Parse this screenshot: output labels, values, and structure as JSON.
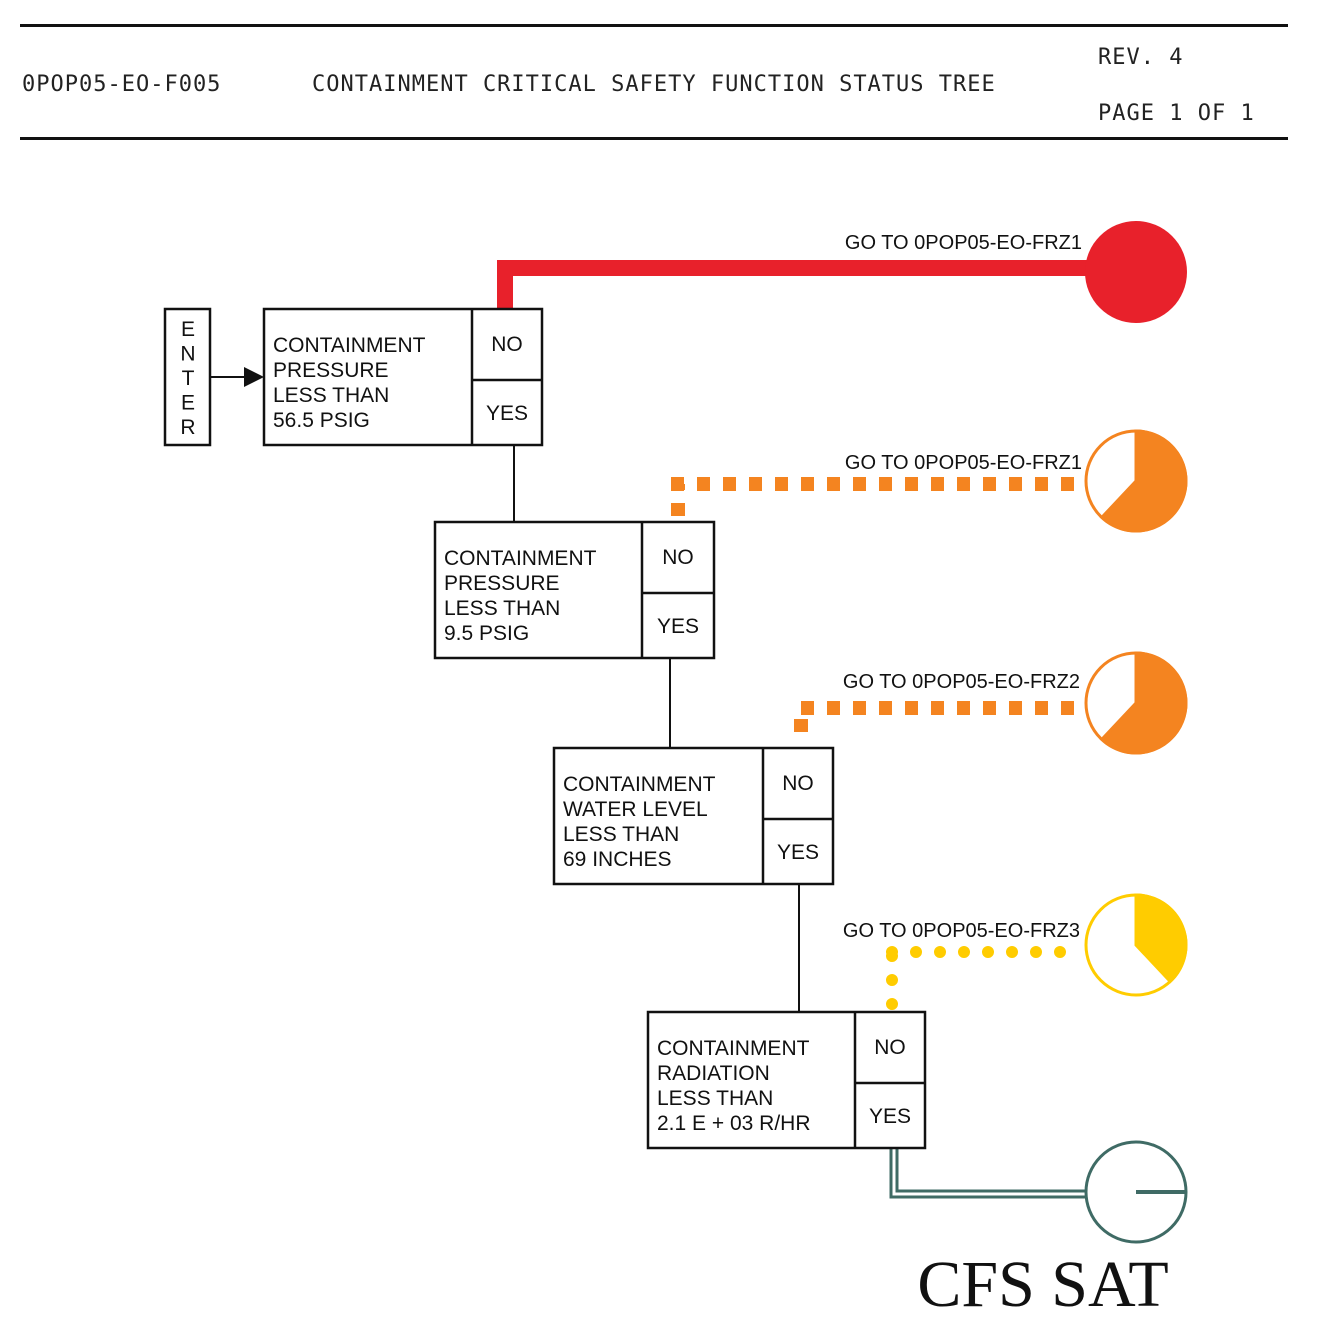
{
  "header": {
    "doc_id": "0POP05-EO-F005",
    "title": "CONTAINMENT CRITICAL SAFETY FUNCTION STATUS TREE",
    "rev": "REV. 4",
    "page": "PAGE 1 OF 1"
  },
  "enter_label": [
    "E",
    "N",
    "T",
    "E",
    "R"
  ],
  "nodes": [
    {
      "lines": [
        "CONTAINMENT",
        "PRESSURE",
        "LESS THAN",
        "56.5 PSIG"
      ],
      "no": "NO",
      "yes": "YES"
    },
    {
      "lines": [
        "CONTAINMENT",
        "PRESSURE",
        "LESS THAN",
        "9.5 PSIG"
      ],
      "no": "NO",
      "yes": "YES"
    },
    {
      "lines": [
        "CONTAINMENT",
        "WATER LEVEL",
        "LESS THAN",
        "69 INCHES"
      ],
      "no": "NO",
      "yes": "YES"
    },
    {
      "lines": [
        "CONTAINMENT",
        "RADIATION",
        "LESS THAN",
        "2.1 E + 03 R/HR"
      ],
      "no": "NO",
      "yes": "YES"
    }
  ],
  "outcomes": [
    {
      "label": "GO TO 0POP05-EO-FRZ1",
      "color": "#e8212b",
      "fill": 1.0,
      "line": "solid"
    },
    {
      "label": "GO TO 0POP05-EO-FRZ1",
      "color": "#f48420",
      "fill": 0.62,
      "line": "square-dot"
    },
    {
      "label": "GO TO 0POP05-EO-FRZ2",
      "color": "#f48420",
      "fill": 0.62,
      "line": "square-dot"
    },
    {
      "label": "GO TO 0POP05-EO-FRZ3",
      "color": "#ffcc00",
      "fill": 0.38,
      "line": "round-dot"
    },
    {
      "label": "",
      "color": "#3f6b65",
      "fill": 0.0,
      "line": "double"
    }
  ],
  "sat_label": "CFS SAT"
}
